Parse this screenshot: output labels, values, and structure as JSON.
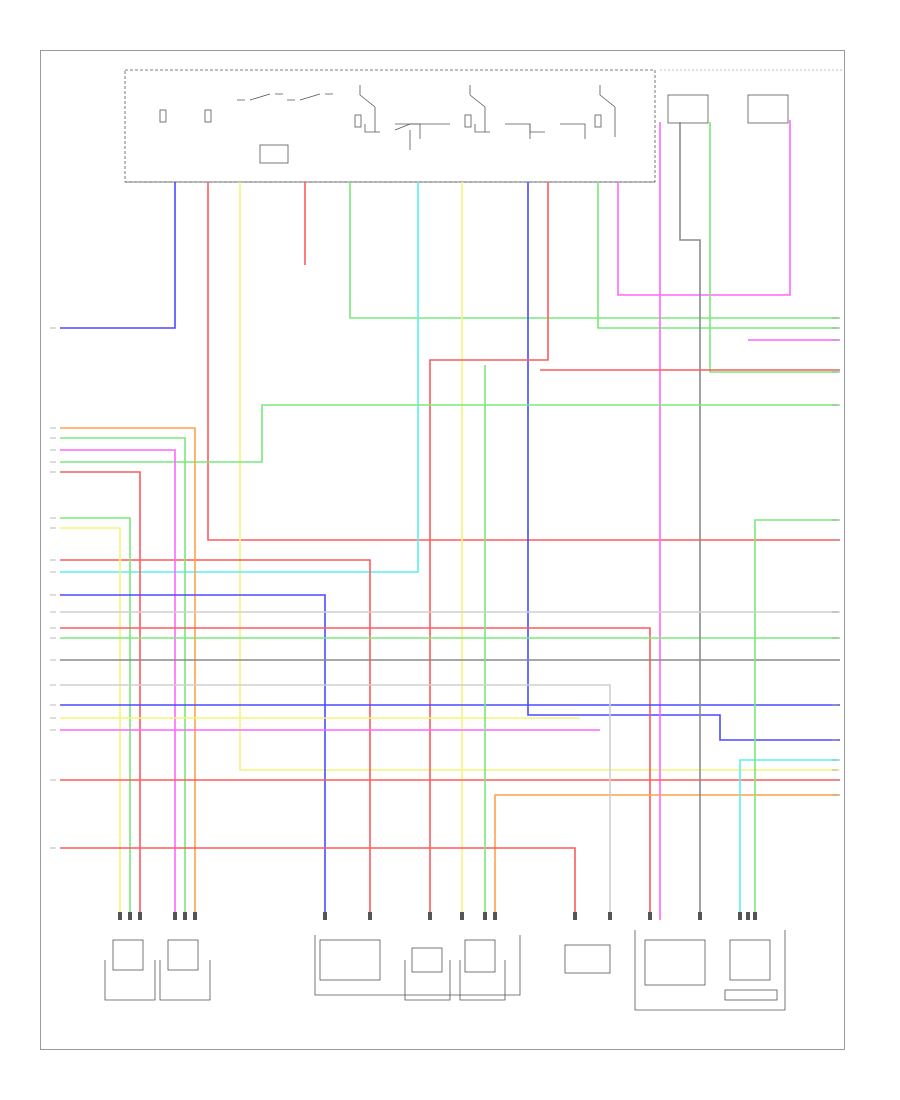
{
  "figure_id": "",
  "colors": {
    "blue": "#4a4aff",
    "red": "#ff5a5a",
    "yellow": "#f4f47a",
    "green": "#7ae87a",
    "cyan": "#5af0f0",
    "pink": "#ff66ff",
    "orange": "#ffa14a",
    "gray": "#8a8a8a",
    "light_gray": "#cfcfcf",
    "box": "#555555"
  },
  "components": {
    "fuse_block_header": "",
    "sensor_group_left_caption": "",
    "actuator_group_caption": "",
    "right_group_caption": "",
    "sensor_labels": [
      "",
      "",
      "",
      "",
      "",
      "",
      ""
    ]
  },
  "wires": [
    {
      "id": "w01",
      "color": "blue"
    },
    {
      "id": "w02",
      "color": "red"
    },
    {
      "id": "w03",
      "color": "yellow"
    },
    {
      "id": "w04",
      "color": "red"
    },
    {
      "id": "w05",
      "color": "green"
    },
    {
      "id": "w06",
      "color": "cyan"
    },
    {
      "id": "w07",
      "color": "yellow"
    },
    {
      "id": "w08",
      "color": "blue"
    },
    {
      "id": "w09",
      "color": "red"
    },
    {
      "id": "w10",
      "color": "green"
    },
    {
      "id": "w11",
      "color": "pink"
    },
    {
      "id": "w12",
      "color": "orange"
    },
    {
      "id": "w13",
      "color": "gray"
    }
  ]
}
